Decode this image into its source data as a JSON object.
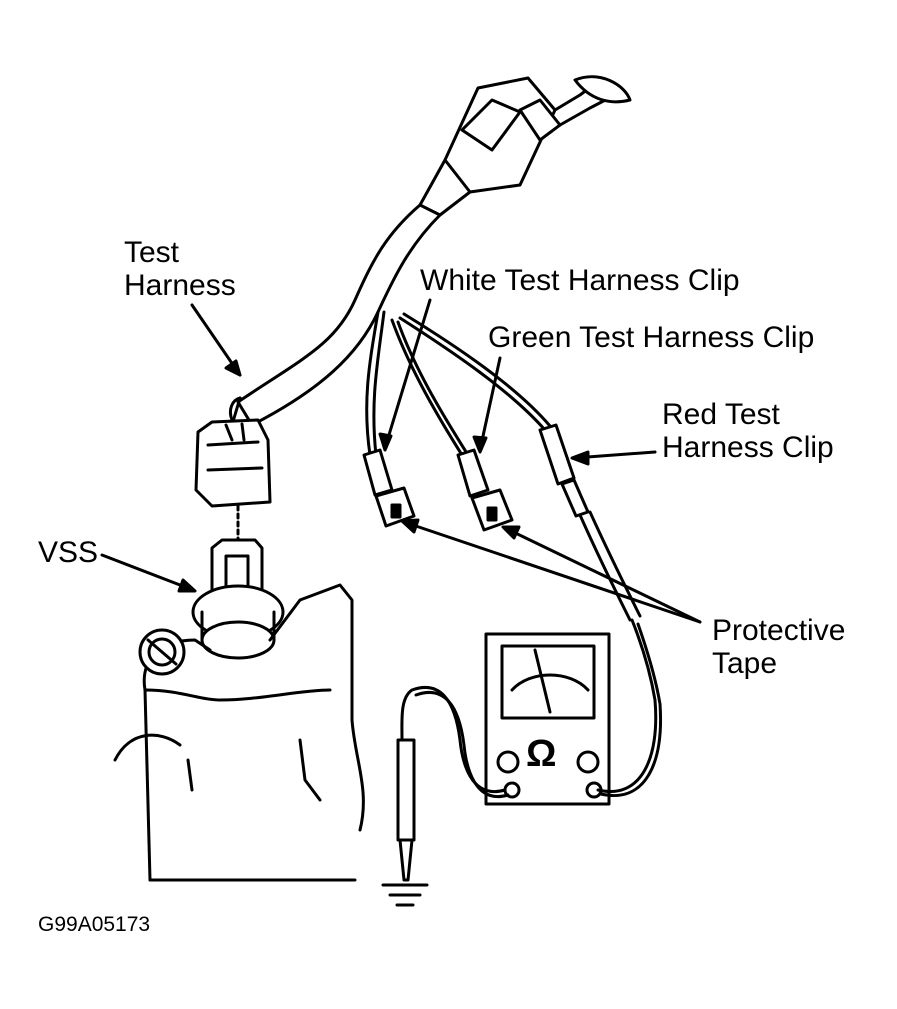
{
  "labels": {
    "test_harness": [
      "Test",
      "Harness"
    ],
    "white_clip": "White Test Harness Clip",
    "green_clip": "Green Test Harness Clip",
    "red_clip": [
      "Red Test",
      "Harness Clip"
    ],
    "vss": "VSS",
    "protective_tape": [
      "Protective",
      "Tape"
    ]
  },
  "meter_symbol": "Ω",
  "figure_id": "G99A05173",
  "colors": {
    "ink": "#000000",
    "paper": "#ffffff"
  }
}
